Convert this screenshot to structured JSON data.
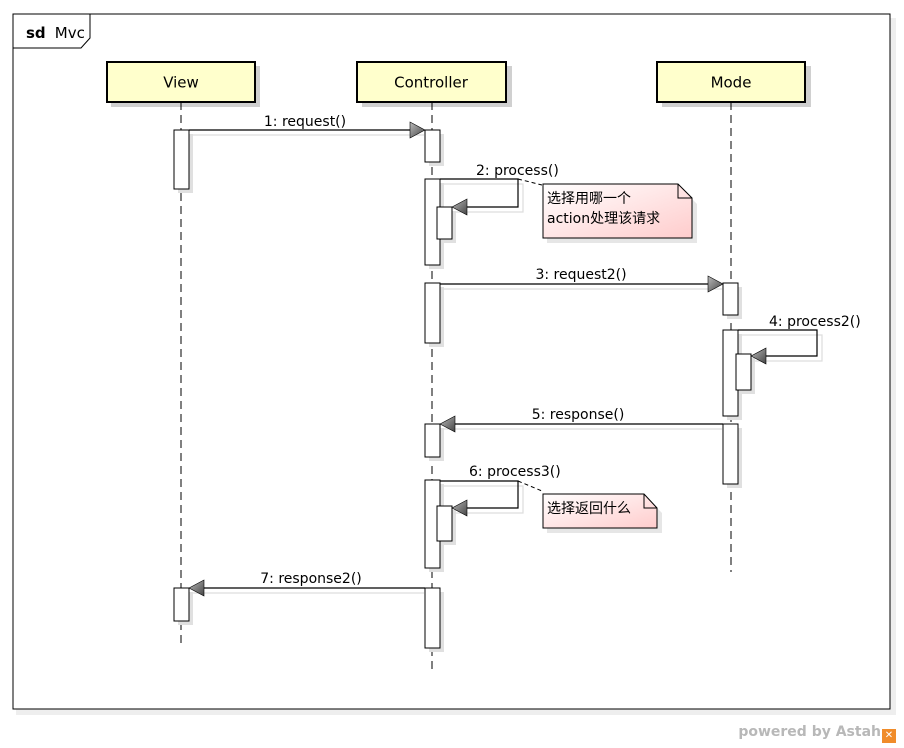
{
  "frame": {
    "keyword": "sd",
    "name": "Mvc"
  },
  "lifelines": [
    {
      "id": "view",
      "name": "View"
    },
    {
      "id": "controller",
      "name": "Controller"
    },
    {
      "id": "mode",
      "name": "Mode"
    }
  ],
  "messages": [
    {
      "label": "1: request()",
      "from": "view",
      "to": "controller",
      "kind": "sync"
    },
    {
      "label": "2: process()",
      "from": "controller",
      "to": "controller",
      "kind": "self"
    },
    {
      "label": "3: request2()",
      "from": "controller",
      "to": "mode",
      "kind": "sync"
    },
    {
      "label": "4: process2()",
      "from": "mode",
      "to": "mode",
      "kind": "self"
    },
    {
      "label": "5: response()",
      "from": "mode",
      "to": "controller",
      "kind": "sync"
    },
    {
      "label": "6: process3()",
      "from": "controller",
      "to": "controller",
      "kind": "self"
    },
    {
      "label": "7: response2()",
      "from": "controller",
      "to": "view",
      "kind": "sync"
    }
  ],
  "notes": [
    {
      "lines": [
        "选择用哪一个",
        "action处理该请求"
      ]
    },
    {
      "lines": [
        "选择返回什么"
      ]
    }
  ],
  "colors": {
    "lifeline_fill": "#ffffcc",
    "note_gradient_start": "#ffffff",
    "note_gradient_end": "#ffcccc",
    "arrowhead": "#666666"
  },
  "watermark": {
    "text": "powered by Astah",
    "logo": "logo-icon"
  }
}
